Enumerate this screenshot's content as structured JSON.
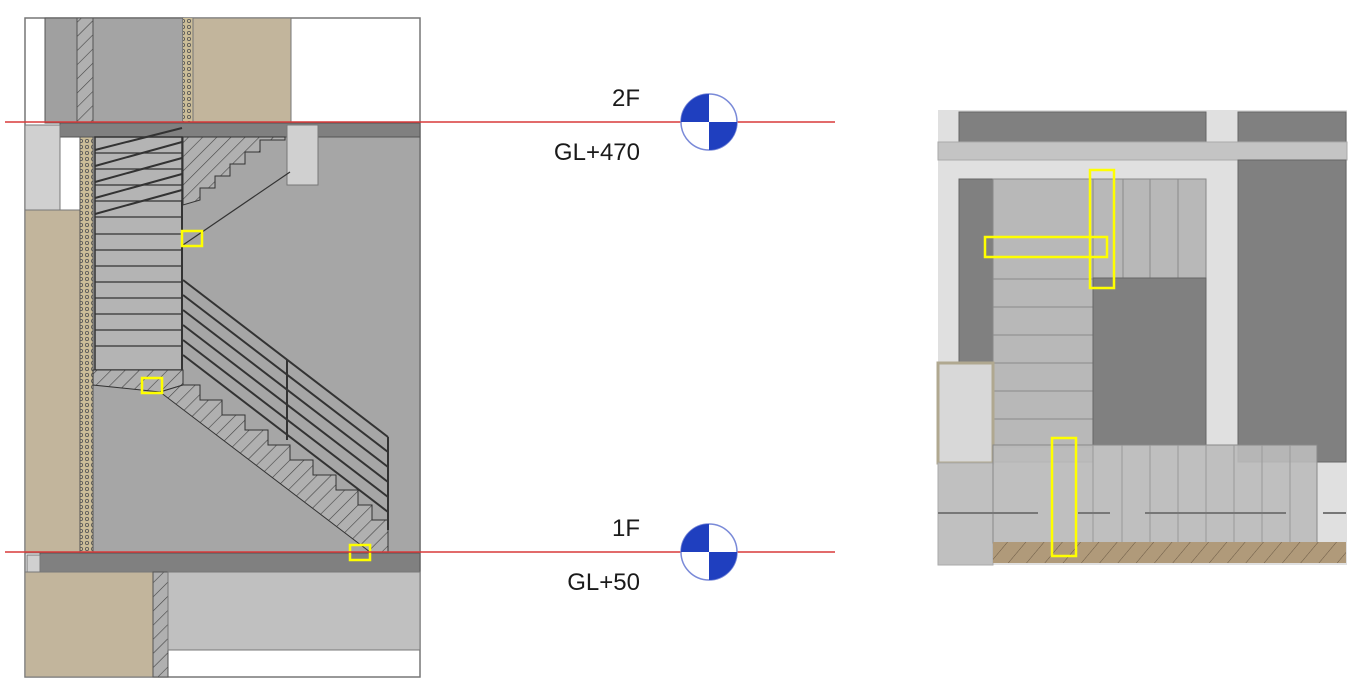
{
  "section_view": {
    "levels": [
      {
        "name": "2F",
        "elevation": "GL+470"
      },
      {
        "name": "1F",
        "elevation": "GL+50"
      }
    ],
    "colors": {
      "level_line": "#d83a3a",
      "level_marker": "#1f3fbf",
      "highlight": "#ffff00",
      "wall_finish": "#c2b59c",
      "cut_fill": "#a6a6a6"
    },
    "highlight_count": 3
  },
  "detail_view": {
    "highlight_count": 3
  }
}
